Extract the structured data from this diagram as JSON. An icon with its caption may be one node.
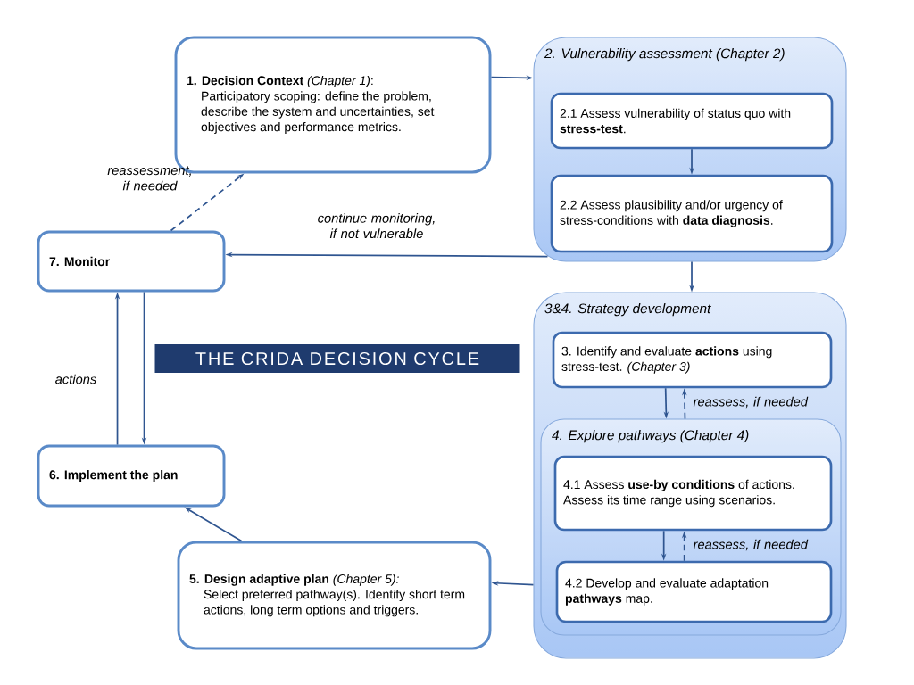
{
  "diagram": {
    "title": "THE CRIDA DECISION CYCLE",
    "nodes": [
      {
        "text": [
          "**1. Decision Context** *(Chapter 1)*:",
          "Participatory scoping: define the problem, describe the system and uncertainties, set objectives and performance metrics."
        ]
      },
      {
        "text": [
          "2. Vulnerability assessment (Chapter 2)"
        ]
      },
      {
        "text": [
          "2.1 Assess vulnerability of status quo with **stress-test**."
        ],
        "in": 1
      },
      {
        "text": [
          "2.2 Assess plausibility and/or urgency of stress-conditions with **data diagnosis**."
        ],
        "in": 1
      },
      {
        "text": [
          "3&4. Strategy development"
        ]
      },
      {
        "text": [
          "3. Identify and evaluate **actions** using stress-test. *(Chapter 3)*"
        ],
        "in": 4
      },
      {
        "text": [
          "4. Explore pathways (Chapter 4)"
        ],
        "in": 4
      },
      {
        "text": [
          "4.1 Assess **use-by conditions** of actions. Assess its time range using scenarios."
        ],
        "in": 6
      },
      {
        "text": [
          "4.2 Develop and evaluate adaptation **pathways** map."
        ],
        "in": 6
      },
      {
        "text": [
          "**5. Design adaptive plan** *(Chapter 5):*",
          "Select preferred pathway(s). Identify short term actions, long term options and triggers."
        ]
      },
      {
        "text": [
          "6. Implement the plan"
        ]
      },
      {
        "text": [
          "7. Monitor"
        ]
      }
    ],
    "edges": [
      {
        "from": 0,
        "to": 1,
        "arrow": "to"
      },
      {
        "from": 2,
        "to": 3,
        "arrow": "to"
      },
      {
        "from": 1,
        "to": 4,
        "arrow": "to"
      },
      {
        "from": 5,
        "to": 6,
        "arrow": "to"
      },
      {
        "from": 6,
        "to": 5,
        "arrow": "to",
        "style": "dashed",
        "label": "reassess, if needed"
      },
      {
        "from": 7,
        "to": 8,
        "arrow": "to"
      },
      {
        "from": 8,
        "to": 7,
        "arrow": "to",
        "style": "dashed",
        "label": "reassess, if needed"
      },
      {
        "from": 4,
        "to": 9,
        "arrow": "to"
      },
      {
        "from": 9,
        "to": 10,
        "arrow": "to"
      },
      {
        "from": 10,
        "to": 11,
        "arrow": "to",
        "label": "actions"
      },
      {
        "from": 11,
        "to": 10,
        "arrow": "to"
      },
      {
        "from": 11,
        "to": 0,
        "arrow": "to",
        "style": "dashed",
        "label": "reassessment, if needed"
      },
      {
        "from": 1,
        "to": 11,
        "arrow": "to",
        "label": "continue monitoring, if not vulnerable"
      }
    ]
  }
}
